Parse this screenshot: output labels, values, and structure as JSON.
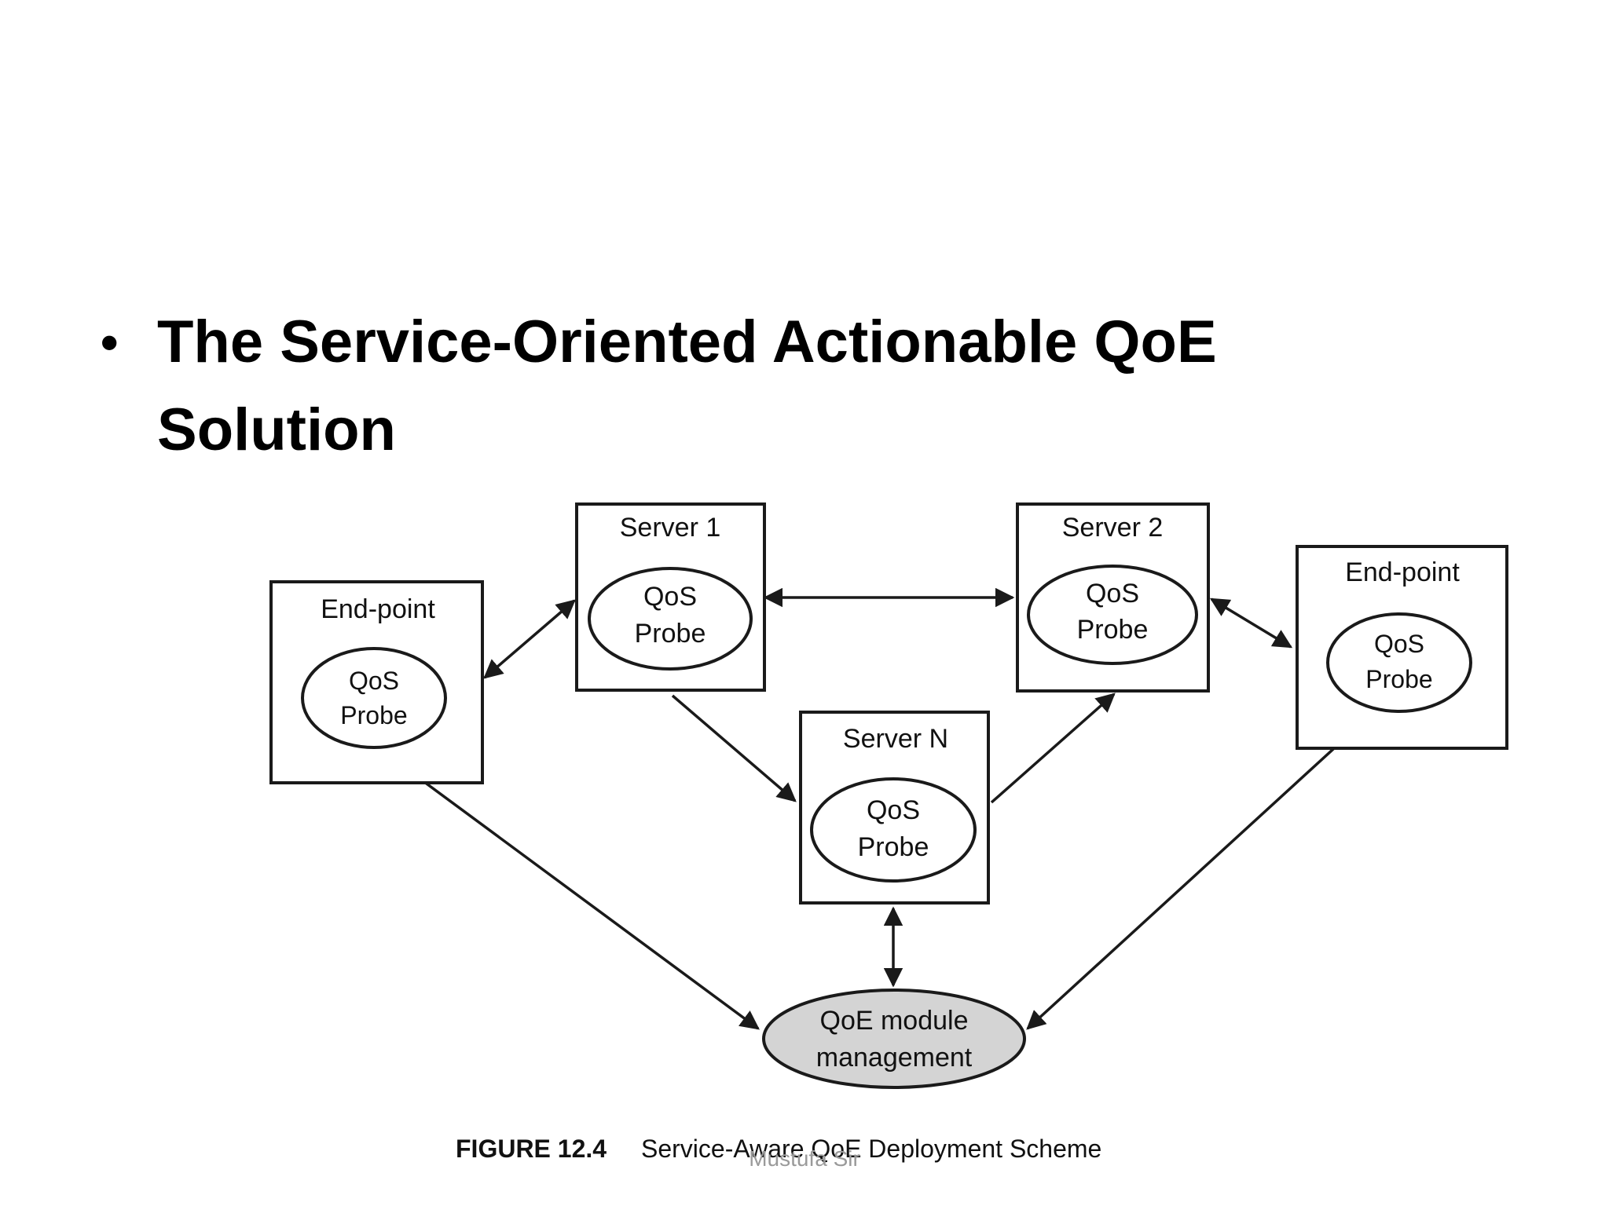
{
  "slide": {
    "bullet_text": "The Service-Oriented Actionable QoE Solution",
    "footer_text": "Mustufa Sir"
  },
  "diagram": {
    "nodes": {
      "endpoint_left": {
        "title": "End-point",
        "probe_line1": "QoS",
        "probe_line2": "Probe"
      },
      "server_1": {
        "title": "Server 1",
        "probe_line1": "QoS",
        "probe_line2": "Probe"
      },
      "server_2": {
        "title": "Server 2",
        "probe_line1": "QoS",
        "probe_line2": "Probe"
      },
      "server_n": {
        "title": "Server N",
        "probe_line1": "QoS",
        "probe_line2": "Probe"
      },
      "endpoint_right": {
        "title": "End-point",
        "probe_line1": "QoS",
        "probe_line2": "Probe"
      },
      "qoe_module": {
        "line1": "QoE module",
        "line2": "management"
      }
    },
    "caption": {
      "label": "FIGURE 12.4",
      "text": "Service-Aware QoE Deployment Scheme"
    },
    "colors": {
      "qoe_fill": "#d4d4d4",
      "stroke": "#1a1a1a"
    }
  }
}
